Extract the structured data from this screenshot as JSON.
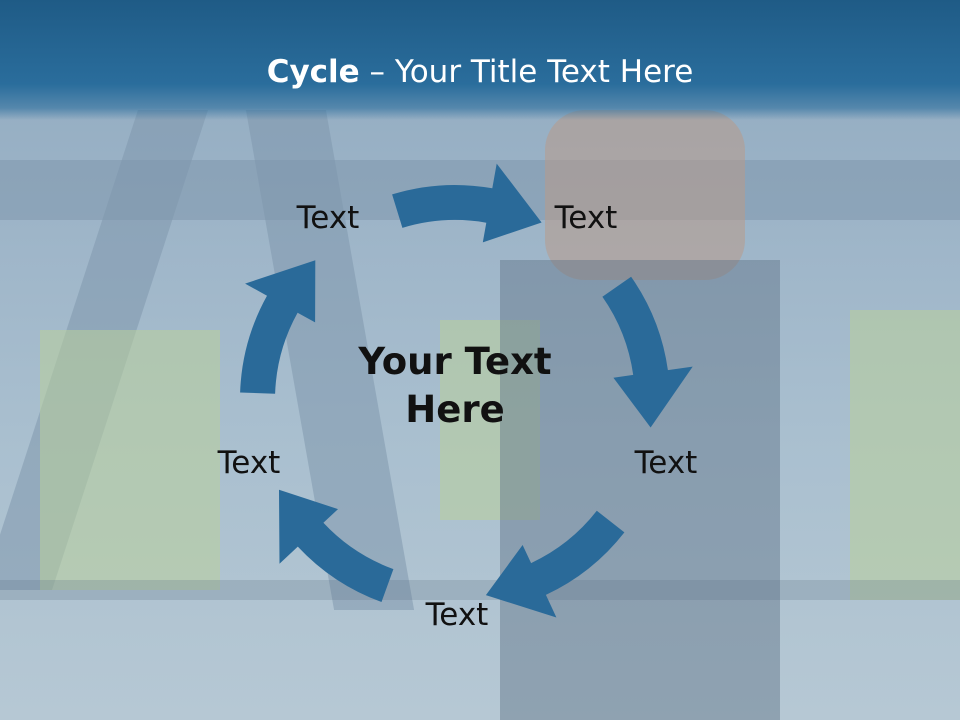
{
  "title": {
    "bold": "Cycle",
    "rest": " – Your Title Text Here"
  },
  "center_text_line1": "Your Text",
  "center_text_line2": "Here",
  "nodes": [
    "Text",
    "Text",
    "Text",
    "Text",
    "Text"
  ],
  "colors": {
    "arrow": "#2a6a99",
    "title_bar": "#2a6d9c"
  }
}
